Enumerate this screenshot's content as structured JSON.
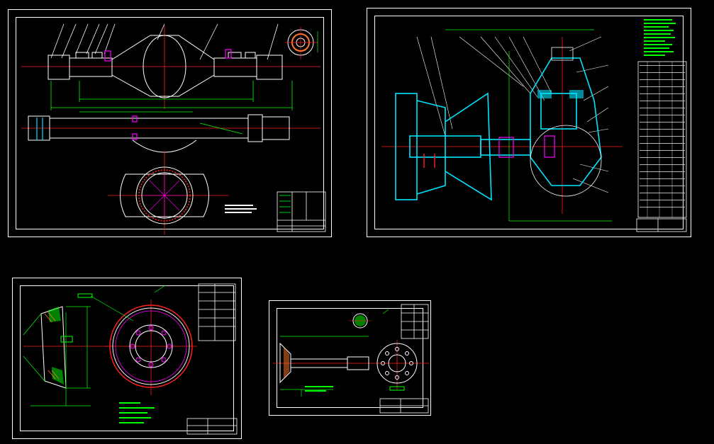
{
  "canvas": {
    "background": "#000000"
  },
  "colors": {
    "frame": "#ffffff",
    "outline": "#ffffff",
    "center_line": "#ff2020",
    "dimension": "#00ff00",
    "section": "#00e5ff",
    "accent": "#ff00ff",
    "hidden": "#4060ff"
  },
  "sheets": [
    {
      "id": "drive-axle-housing",
      "views": [
        "front-view",
        "top-section",
        "end-view",
        "flange-view"
      ]
    },
    {
      "id": "final-drive-assembly",
      "views": [
        "assembly-section",
        "parts-list"
      ]
    },
    {
      "id": "driven-bevel-gear",
      "views": [
        "gear-section",
        "gear-face"
      ]
    },
    {
      "id": "half-shaft",
      "views": [
        "shaft-elevation",
        "flange-face"
      ]
    }
  ]
}
